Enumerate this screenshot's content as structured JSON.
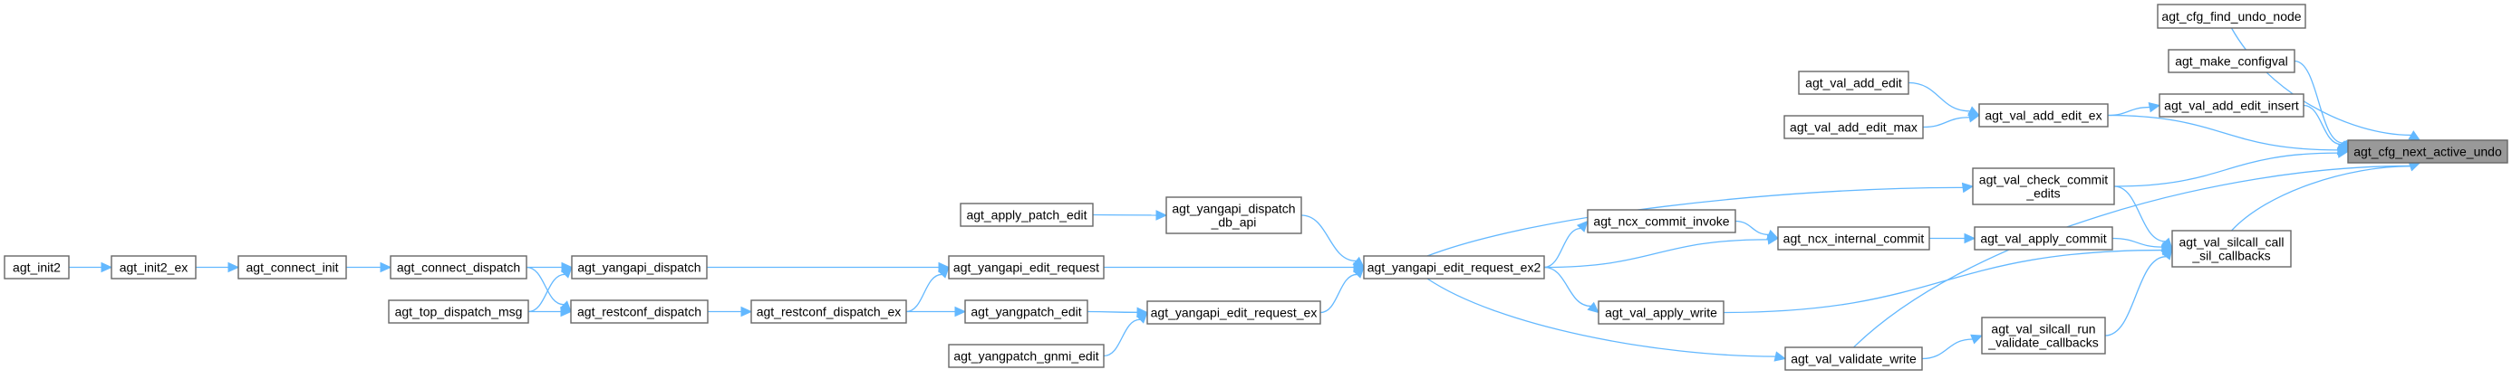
{
  "graph": {
    "type": "caller-graph",
    "focus_node": "agt_cfg_next_active_undo",
    "colors": {
      "edge": "#63b8ff",
      "node_border": "#666666",
      "focus_fill": "#999999",
      "node_fill": "#ffffff"
    },
    "nodes": [
      {
        "id": "agt_init2",
        "lines": [
          "agt_init2"
        ]
      },
      {
        "id": "agt_init2_ex",
        "lines": [
          "agt_init2_ex"
        ]
      },
      {
        "id": "agt_connect_init",
        "lines": [
          "agt_connect_init"
        ]
      },
      {
        "id": "agt_connect_dispatch",
        "lines": [
          "agt_connect_dispatch"
        ]
      },
      {
        "id": "agt_top_dispatch_msg",
        "lines": [
          "agt_top_dispatch_msg"
        ]
      },
      {
        "id": "agt_yangapi_dispatch",
        "lines": [
          "agt_yangapi_dispatch"
        ]
      },
      {
        "id": "agt_restconf_dispatch",
        "lines": [
          "agt_restconf_dispatch"
        ]
      },
      {
        "id": "agt_restconf_dispatch_ex",
        "lines": [
          "agt_restconf_dispatch_ex"
        ]
      },
      {
        "id": "agt_apply_patch_edit",
        "lines": [
          "agt_apply_patch_edit"
        ]
      },
      {
        "id": "agt_yangapi_edit_request",
        "lines": [
          "agt_yangapi_edit_request"
        ]
      },
      {
        "id": "agt_yangpatch_edit",
        "lines": [
          "agt_yangpatch_edit"
        ]
      },
      {
        "id": "agt_yangpatch_gnmi_edit",
        "lines": [
          "agt_yangpatch_gnmi_edit"
        ]
      },
      {
        "id": "agt_yangapi_dispatch_db_api",
        "lines": [
          "agt_yangapi_dispatch",
          "_db_api"
        ]
      },
      {
        "id": "agt_yangapi_edit_request_ex",
        "lines": [
          "agt_yangapi_edit_request_ex"
        ]
      },
      {
        "id": "agt_yangapi_edit_request_ex2",
        "lines": [
          "agt_yangapi_edit_request_ex2"
        ]
      },
      {
        "id": "agt_ncx_commit_invoke",
        "lines": [
          "agt_ncx_commit_invoke"
        ]
      },
      {
        "id": "agt_val_apply_write",
        "lines": [
          "agt_val_apply_write"
        ]
      },
      {
        "id": "agt_ncx_internal_commit",
        "lines": [
          "agt_ncx_internal_commit"
        ]
      },
      {
        "id": "agt_val_validate_write",
        "lines": [
          "agt_val_validate_write"
        ]
      },
      {
        "id": "agt_val_add_edit",
        "lines": [
          "agt_val_add_edit"
        ]
      },
      {
        "id": "agt_val_add_edit_max",
        "lines": [
          "agt_val_add_edit_max"
        ]
      },
      {
        "id": "agt_val_add_edit_ex",
        "lines": [
          "agt_val_add_edit_ex"
        ]
      },
      {
        "id": "agt_val_check_commit_edits",
        "lines": [
          "agt_val_check_commit",
          "_edits"
        ]
      },
      {
        "id": "agt_val_apply_commit",
        "lines": [
          "agt_val_apply_commit"
        ]
      },
      {
        "id": "agt_val_silcall_run_validate_callbacks",
        "lines": [
          "agt_val_silcall_run",
          "_validate_callbacks"
        ]
      },
      {
        "id": "agt_cfg_find_undo_node",
        "lines": [
          "agt_cfg_find_undo_node"
        ]
      },
      {
        "id": "agt_make_configval",
        "lines": [
          "agt_make_configval"
        ]
      },
      {
        "id": "agt_val_add_edit_insert",
        "lines": [
          "agt_val_add_edit_insert"
        ]
      },
      {
        "id": "agt_val_silcall_call_sil_callbacks",
        "lines": [
          "agt_val_silcall_call",
          "_sil_callbacks"
        ]
      },
      {
        "id": "agt_cfg_next_active_undo",
        "lines": [
          "agt_cfg_next_active_undo"
        ]
      }
    ],
    "edges": [
      [
        "agt_init2",
        "agt_init2_ex"
      ],
      [
        "agt_init2_ex",
        "agt_connect_init"
      ],
      [
        "agt_connect_init",
        "agt_connect_dispatch"
      ],
      [
        "agt_connect_dispatch",
        "agt_yangapi_dispatch"
      ],
      [
        "agt_connect_dispatch",
        "agt_restconf_dispatch"
      ],
      [
        "agt_top_dispatch_msg",
        "agt_yangapi_dispatch"
      ],
      [
        "agt_top_dispatch_msg",
        "agt_restconf_dispatch"
      ],
      [
        "agt_yangapi_dispatch",
        "agt_yangapi_edit_request"
      ],
      [
        "agt_restconf_dispatch",
        "agt_restconf_dispatch_ex"
      ],
      [
        "agt_restconf_dispatch_ex",
        "agt_yangapi_edit_request"
      ],
      [
        "agt_restconf_dispatch_ex",
        "agt_yangpatch_edit"
      ],
      [
        "agt_apply_patch_edit",
        "agt_yangapi_dispatch_db_api"
      ],
      [
        "agt_yangpatch_edit",
        "agt_yangapi_edit_request_ex"
      ],
      [
        "agt_yangpatch_gnmi_edit",
        "agt_yangapi_edit_request_ex"
      ],
      [
        "agt_yangapi_dispatch_db_api",
        "agt_yangapi_edit_request_ex2"
      ],
      [
        "agt_yangapi_edit_request",
        "agt_yangapi_edit_request_ex2"
      ],
      [
        "agt_yangapi_edit_request_ex",
        "agt_yangapi_edit_request_ex2"
      ],
      [
        "agt_yangapi_edit_request_ex2",
        "agt_val_check_commit_edits"
      ],
      [
        "agt_yangapi_edit_request_ex2",
        "agt_ncx_commit_invoke"
      ],
      [
        "agt_yangapi_edit_request_ex2",
        "agt_ncx_internal_commit"
      ],
      [
        "agt_yangapi_edit_request_ex2",
        "agt_val_apply_write"
      ],
      [
        "agt_yangapi_edit_request_ex2",
        "agt_val_validate_write"
      ],
      [
        "agt_ncx_commit_invoke",
        "agt_ncx_internal_commit"
      ],
      [
        "agt_ncx_internal_commit",
        "agt_val_apply_commit"
      ],
      [
        "agt_val_add_edit",
        "agt_val_add_edit_ex"
      ],
      [
        "agt_val_add_edit_max",
        "agt_val_add_edit_ex"
      ],
      [
        "agt_val_add_edit_ex",
        "agt_val_add_edit_insert"
      ],
      [
        "agt_val_add_edit_ex",
        "agt_cfg_next_active_undo"
      ],
      [
        "agt_val_check_commit_edits",
        "agt_cfg_next_active_undo"
      ],
      [
        "agt_val_check_commit_edits",
        "agt_val_silcall_call_sil_callbacks"
      ],
      [
        "agt_val_apply_commit",
        "agt_val_silcall_call_sil_callbacks"
      ],
      [
        "agt_val_apply_write",
        "agt_val_silcall_call_sil_callbacks"
      ],
      [
        "agt_val_silcall_run_validate_callbacks",
        "agt_val_silcall_call_sil_callbacks"
      ],
      [
        "agt_val_validate_write",
        "agt_val_silcall_run_validate_callbacks"
      ],
      [
        "agt_val_validate_write",
        "agt_cfg_next_active_undo"
      ],
      [
        "agt_cfg_find_undo_node",
        "agt_cfg_next_active_undo"
      ],
      [
        "agt_make_configval",
        "agt_cfg_next_active_undo"
      ],
      [
        "agt_val_add_edit_insert",
        "agt_cfg_next_active_undo"
      ],
      [
        "agt_val_silcall_call_sil_callbacks",
        "agt_cfg_next_active_undo"
      ]
    ]
  }
}
